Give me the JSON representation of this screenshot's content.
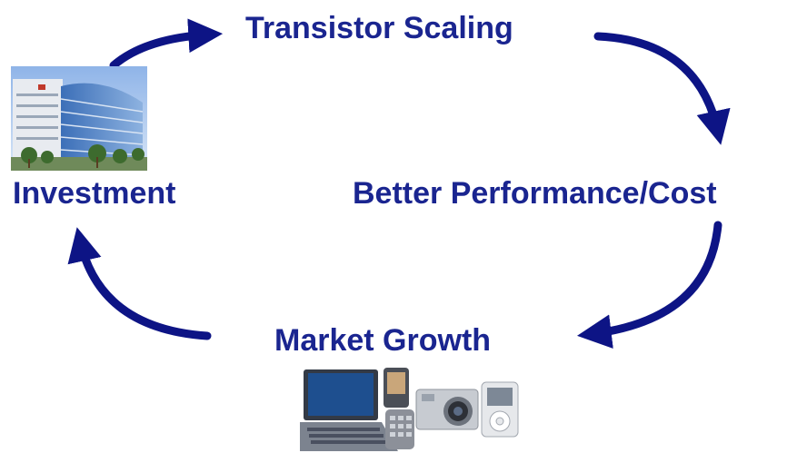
{
  "diagram": {
    "nodes": {
      "transistor_scaling": "Transistor Scaling",
      "better_performance_cost": "Better Performance/Cost",
      "market_growth": "Market Growth",
      "investment": "Investment"
    },
    "arrow_color": "#0d1485",
    "text_color": "#1a2590",
    "images": {
      "investment": "office-building-photo",
      "market_growth": "consumer-electronics-photo"
    }
  }
}
